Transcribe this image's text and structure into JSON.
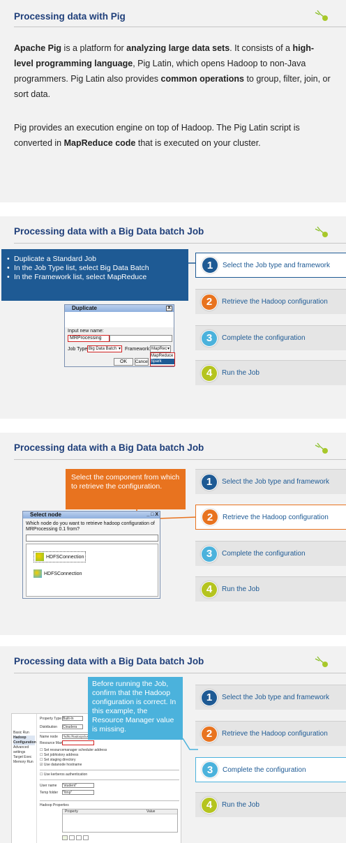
{
  "slides": [
    {
      "title": "Processing data with Pig",
      "para1": {
        "r0": "Apache Pig",
        "r1": " is a platform for ",
        "r2": "analyzing large data sets",
        "r3": ". It consists of a ",
        "r4": "high-level programming language",
        "r5": ", Pig Latin, which opens Hadoop to non-Java programmers. Pig Latin also provides ",
        "r6": "common operations",
        "r7": " to group, filter, join, or sort data."
      },
      "para2": {
        "r0": "Pig provides an execution engine on top of Hadoop. The Pig Latin script is converted in ",
        "r1": "MapReduce code",
        "r2": " that is executed on your cluster."
      }
    },
    {
      "title": "Processing data with a Big Data batch Job",
      "bullets": [
        "Duplicate a Standard Job",
        "In the Job Type list, select Big Data Batch",
        "In the Framework list, select MapReduce"
      ],
      "dialog": {
        "title": "Duplicate",
        "close": "X",
        "input_label": "Input new name:",
        "input_value": "MRProcessing",
        "job_type_label": "Job Type:",
        "job_type_value": "Big Data Batch",
        "framework_label": "Framework:",
        "framework_value": "MapRec",
        "option1": "MapReduce",
        "option2": "Spark",
        "ok": "OK",
        "cancel": "Cancel"
      }
    },
    {
      "title": "Processing data with a Big Data batch Job",
      "callout": "Select the component from which to retrieve the configuration.",
      "dialog": {
        "title": "Select node",
        "buttons": "_ □ X",
        "question": "Which node do you want to retrieve hadoop configuration of MRProcessing 0.1 from?",
        "items": [
          "HDFSConnection",
          "HDFSConnection"
        ]
      }
    },
    {
      "title": "Processing data with a Big Data batch Job",
      "callout": "Before running the Job, confirm that the Hadoop configuration is correct. In this example, the Resource Manager value is missing.",
      "shot": {
        "side": [
          "Basic Run",
          "Hadoop Configuration",
          "Advanced settings",
          "Target Exec",
          "Memory Run"
        ],
        "property_label": "Property Type",
        "property_value": "Built-In",
        "distribution_label": "Distribution",
        "distribution_value": "Cloudera",
        "namenode_label": "Name node",
        "namenode_value": "\"hdfs://hadoopcluster:8020\"",
        "resource_label": "Resource Manager",
        "checks": [
          "Set resourcemanager scheduler address",
          "Set jobhistory address",
          "Set staging directory",
          "Use datanode hostname"
        ],
        "kerberos": "Use kerberos authentication",
        "user_label": "User name",
        "user_value": "\"student\"",
        "temp_label": "Temp folder",
        "temp_value": "\"/tmp\"",
        "hadoop_props": "Hadoop Properties",
        "property_col": "Property",
        "value_col": "Value"
      }
    }
  ],
  "steps": [
    {
      "num": "1",
      "label": "Select the Job type and framework"
    },
    {
      "num": "2",
      "label": "Retrieve the Hadoop configuration"
    },
    {
      "num": "3",
      "label": "Complete the configuration"
    },
    {
      "num": "4",
      "label": "Run the Job"
    }
  ],
  "colors": {
    "navy": "#1e5a94",
    "orange": "#e8731f",
    "cyan": "#4bb2dc",
    "olive": "#b5c41f",
    "title": "#1f3f7a"
  }
}
